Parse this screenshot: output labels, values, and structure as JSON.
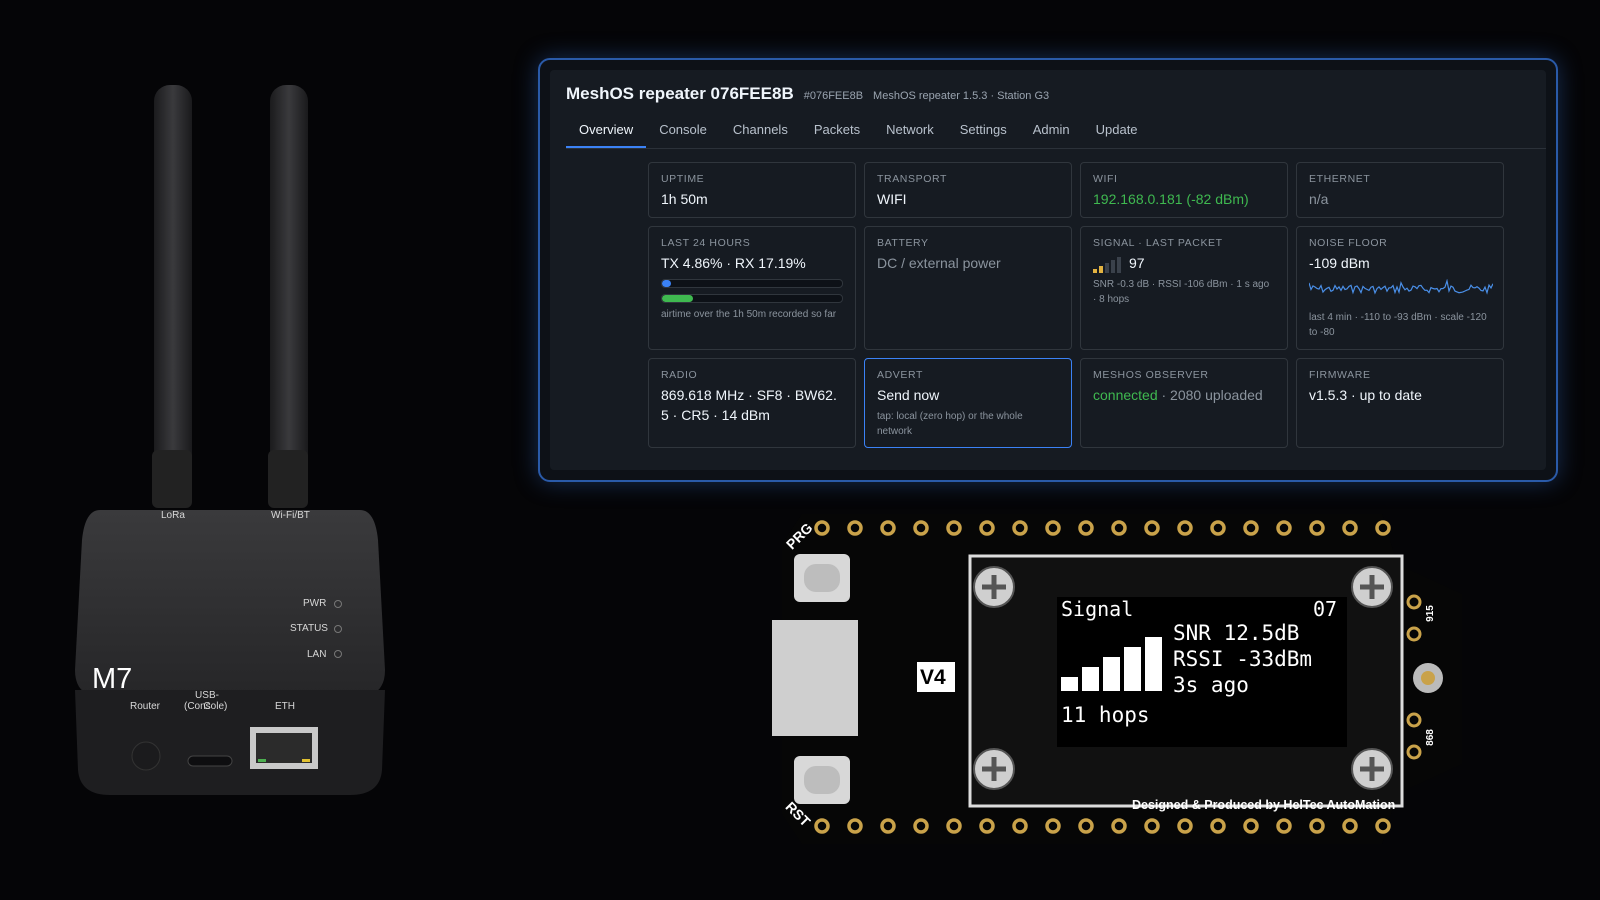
{
  "router": {
    "brand": "M7",
    "antenna_left_label": "LoRa",
    "antenna_right_label": "Wi-Fi/BT",
    "leds": [
      "PWR",
      "STATUS",
      "LAN"
    ],
    "port_router": "Router",
    "port_usbc_line1": "USB-C",
    "port_usbc_line2": "(Console)",
    "port_eth": "ETH"
  },
  "panel": {
    "title": "MeshOS repeater 076FEE8B",
    "id": "#076FEE8B",
    "subtitle": "MeshOS repeater 1.5.3 · Station G3",
    "tabs": [
      "Overview",
      "Console",
      "Channels",
      "Packets",
      "Network",
      "Settings",
      "Admin",
      "Update"
    ],
    "active_tab": "Overview",
    "cards": {
      "uptime": {
        "label": "UPTIME",
        "value": "1h 50m"
      },
      "transport": {
        "label": "TRANSPORT",
        "value": "WIFI"
      },
      "wifi": {
        "label": "WIFI",
        "value": "192.168.0.181 (-82 dBm)"
      },
      "ethernet": {
        "label": "ETHERNET",
        "value": "n/a"
      },
      "last24": {
        "label": "LAST 24 HOURS",
        "value": "TX 4.86% · RX 17.19%",
        "tx_percent": 4.86,
        "rx_percent": 17.19,
        "note": "airtime over the 1h 50m recorded so far"
      },
      "battery": {
        "label": "BATTERY",
        "value": "DC / external power"
      },
      "signal": {
        "label": "SIGNAL · LAST PACKET",
        "value": "97",
        "bars_active": 2,
        "bars_total": 5,
        "note": "SNR -0.3 dB · RSSI -106 dBm · 1 s ago · 8 hops"
      },
      "noise": {
        "label": "NOISE FLOOR",
        "value": "-109 dBm",
        "note": "last 4 min · -110 to -93 dBm · scale -120 to -80"
      },
      "radio": {
        "label": "RADIO",
        "value": "869.618 MHz · SF8 · BW62.5 · CR5 · 14 dBm"
      },
      "advert": {
        "label": "ADVERT",
        "value": "Send now",
        "note": "tap: local (zero hop) or the whole network"
      },
      "observer": {
        "label": "MESHOS OBSERVER",
        "status": "connected",
        "detail": " · 2080 uploaded"
      },
      "firmware": {
        "label": "FIRMWARE",
        "value": "v1.5.3 · up to date"
      }
    },
    "colors": {
      "accent": "#3b82f6",
      "green": "#3fb950",
      "signal": "#e3b341",
      "noise_line": "#4a8fe8"
    }
  },
  "board": {
    "prg": "PRG",
    "rst": "RST",
    "version": "V4",
    "band_915": "915",
    "band_868": "868",
    "credit": "Designed & Produced by HelTec AutoMation",
    "screen": {
      "title": "Signal",
      "index": "07",
      "snr": "SNR 12.5dB",
      "rssi": "RSSI -33dBm",
      "age": "3s ago",
      "hops": "11 hops",
      "bars_active": 5
    }
  }
}
